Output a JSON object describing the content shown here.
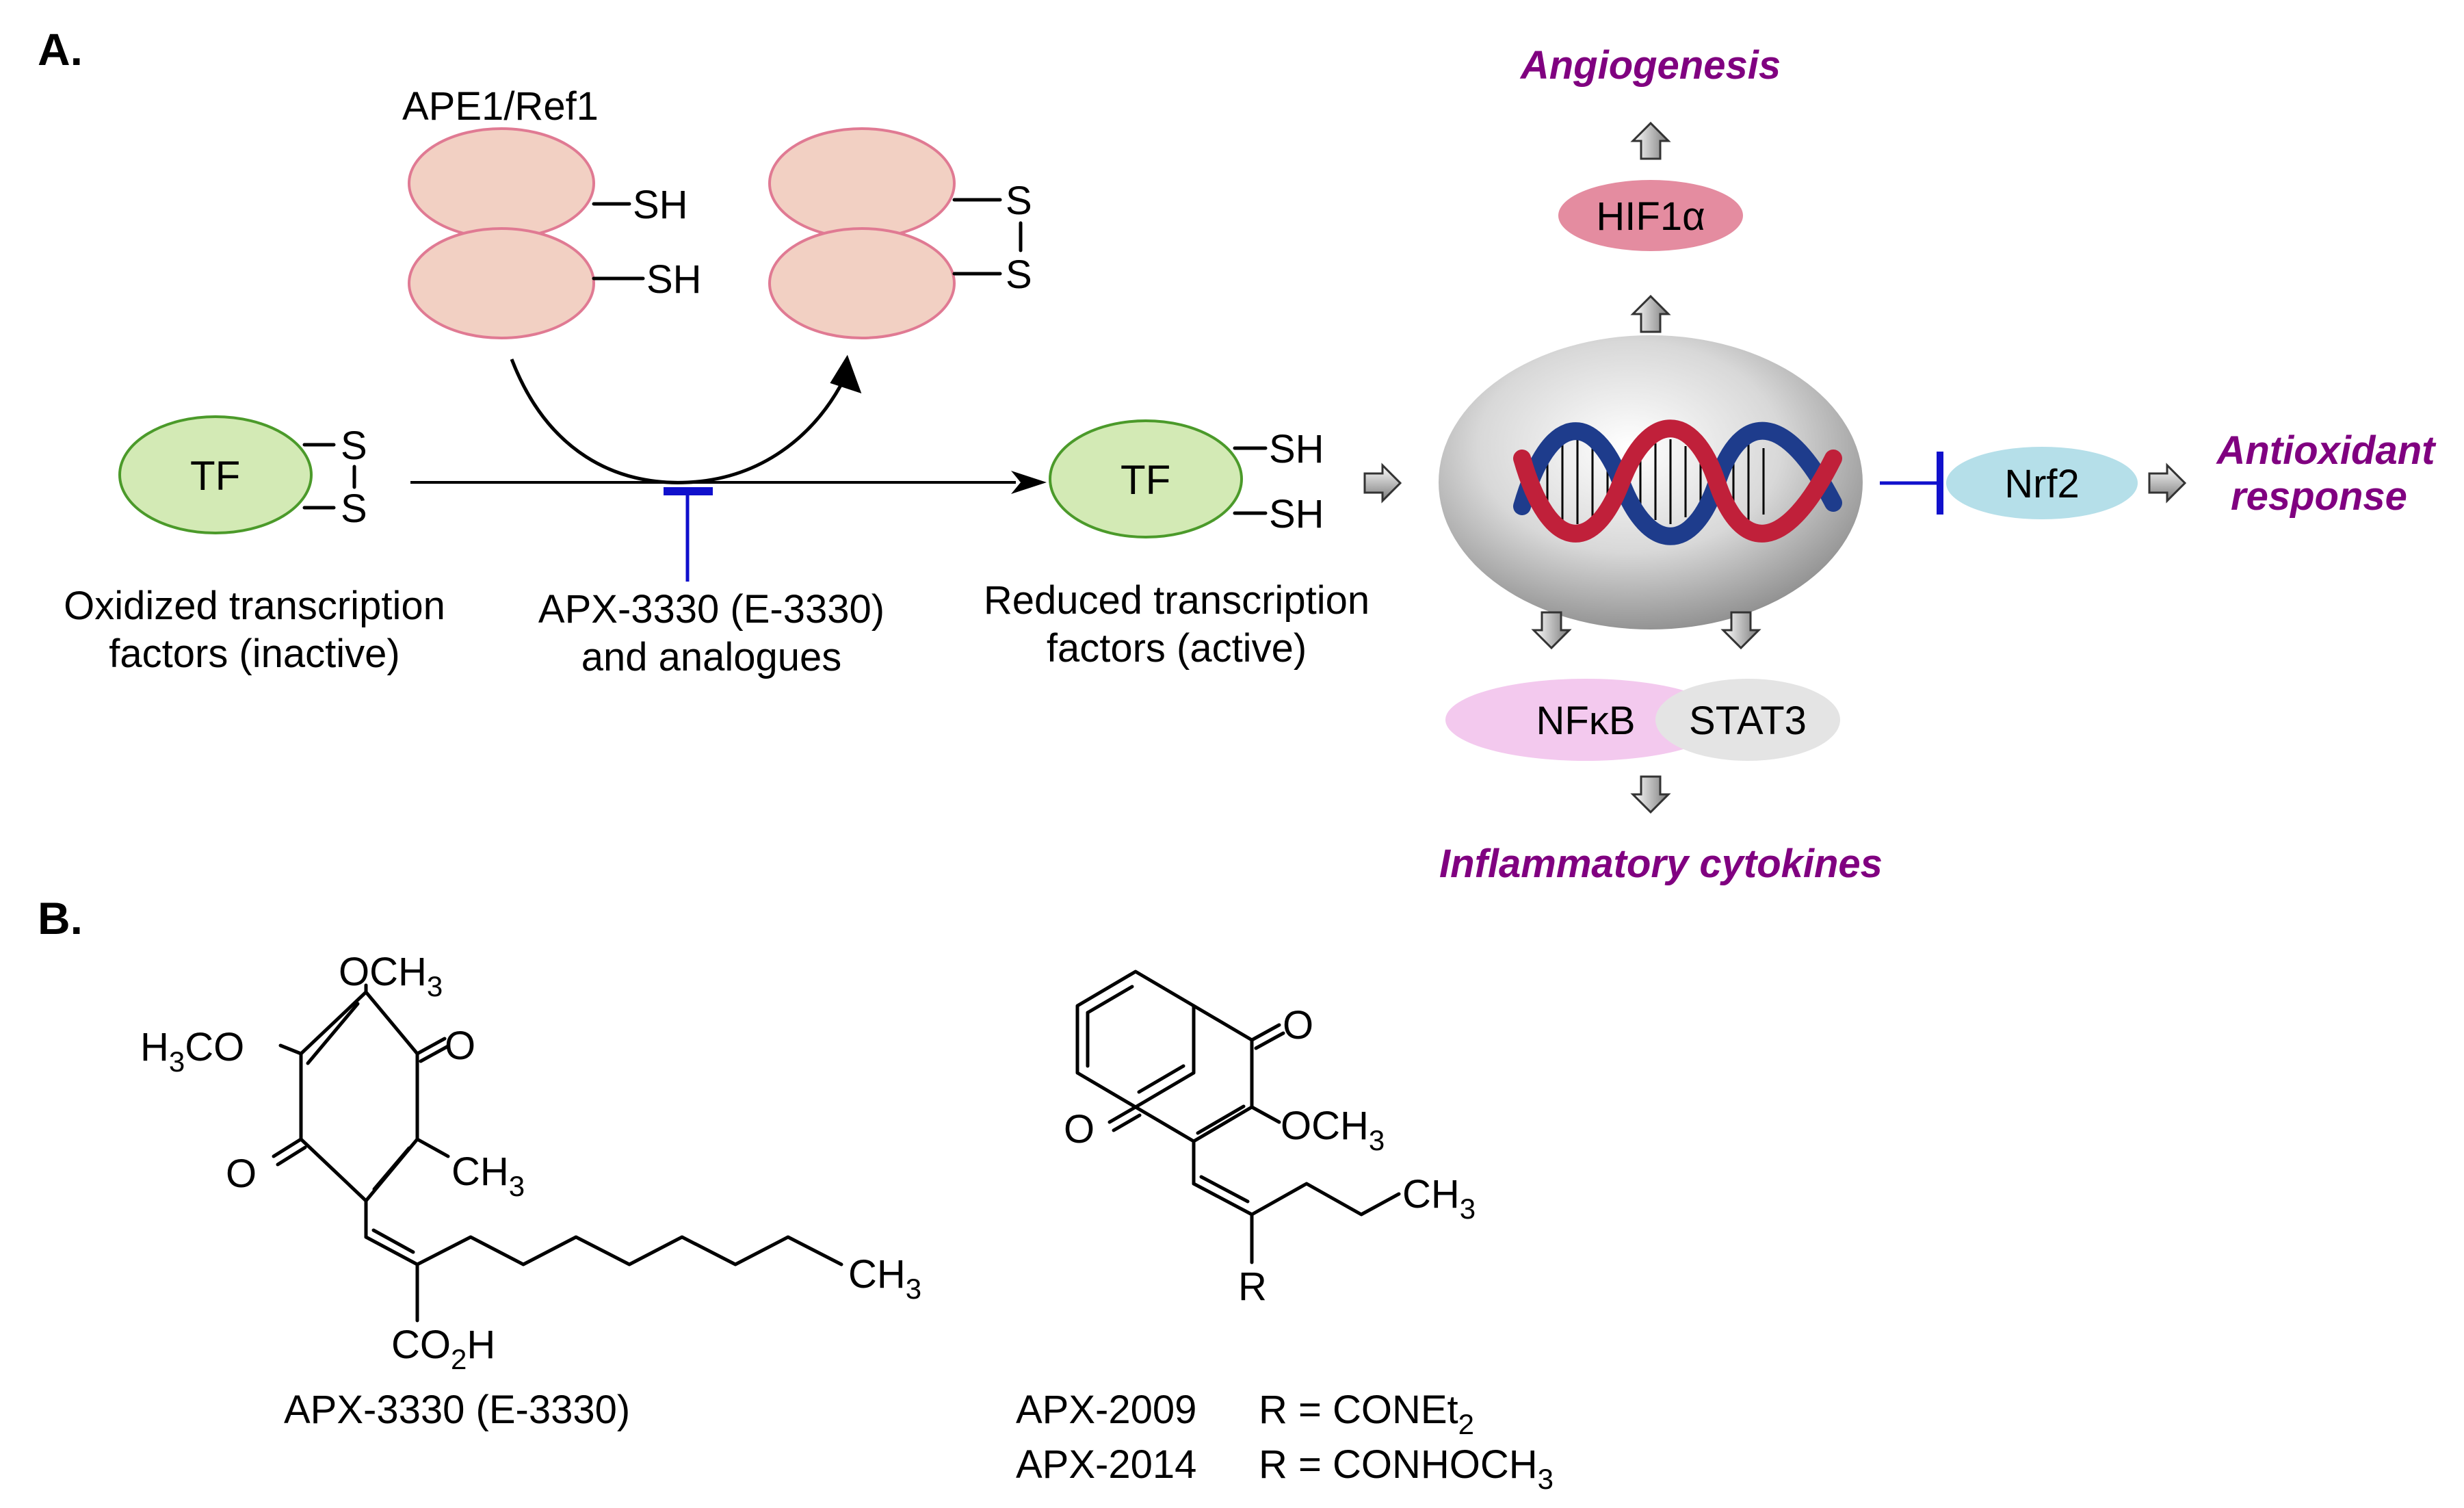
{
  "panel_a": {
    "label": "A.",
    "ape1_label": "APE1/Ref1",
    "sh": "SH",
    "s": "S",
    "tf": "TF",
    "oxidized_caption": [
      "Oxidized transcription",
      "factors (inactive)"
    ],
    "inhibitor_caption": [
      "APX-3330 (E-3330)",
      "and analogues"
    ],
    "reduced_caption": [
      "Reduced transcription",
      "factors (active)"
    ],
    "hif": "HIF1α",
    "angiogenesis": "Angiogenesis",
    "nrf2": "Nrf2",
    "antioxidant": [
      "Antioxidant",
      "response"
    ],
    "nfkb": "NFκB",
    "stat3": "STAT3",
    "inflammatory": "Inflammatory cytokines"
  },
  "panel_b": {
    "label": "B.",
    "compound1": {
      "och3": "OCH",
      "h3co_h": "H",
      "h3co_rest": "CO",
      "o": "O",
      "ch3": "CH",
      "co2h_co": "CO",
      "co2h_h": "H",
      "sub3": "3",
      "sub2": "2",
      "name": "APX-3330 (E-3330)"
    },
    "compound2": {
      "o": "O",
      "och3": "OCH",
      "ch3": "CH",
      "sub3": "3",
      "r": "R",
      "row1_name": "APX-2009",
      "row1_r": "R = CONEt",
      "row1_sub": "2",
      "row2_name": "APX-2014",
      "row2_r": "R = CONHOCH",
      "row2_sub": "3"
    }
  },
  "colors": {
    "ape1": "#f2d0c3",
    "tf": "#d3eab5",
    "hif": "#e48ca0",
    "nrf2": "#b5dfe9",
    "nfkb": "#f3c9ee",
    "stat3": "#e4e4e4",
    "purple": "#800080",
    "inhibitor": "#1010cc",
    "dna_red": "#c0203a",
    "dna_blue": "#1e3c8c"
  }
}
